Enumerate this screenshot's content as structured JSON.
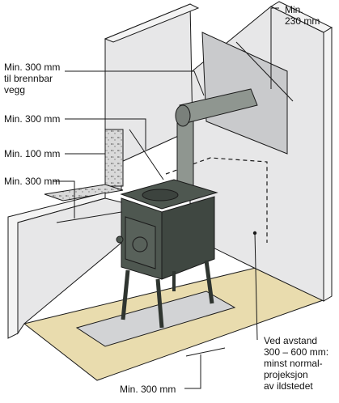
{
  "labels": {
    "top_right": "Min.\n230 mm",
    "flue_combustible": "Min. 300 mm\ntil brennbar\nvegg",
    "side_top": "Min. 300 mm",
    "side_mid": "Min. 100 mm",
    "side_low": "Min. 300 mm",
    "front_floor": "Min. 300 mm",
    "wall_distance": "Ved avstand\n300 – 600 mm:\nminst normal-\nprojeksjon\nav ildstedet"
  },
  "colors": {
    "line": "#1a1a1a",
    "wall_face": "#e7e7e8",
    "wall_top": "#f4f4f4",
    "shield": "#c9cacc",
    "floor": "#e9dcae",
    "hearth": "#d2d3d5",
    "stove": "#4e5750",
    "pipe": "#8f9690",
    "insulation": "#d9d9d9"
  }
}
